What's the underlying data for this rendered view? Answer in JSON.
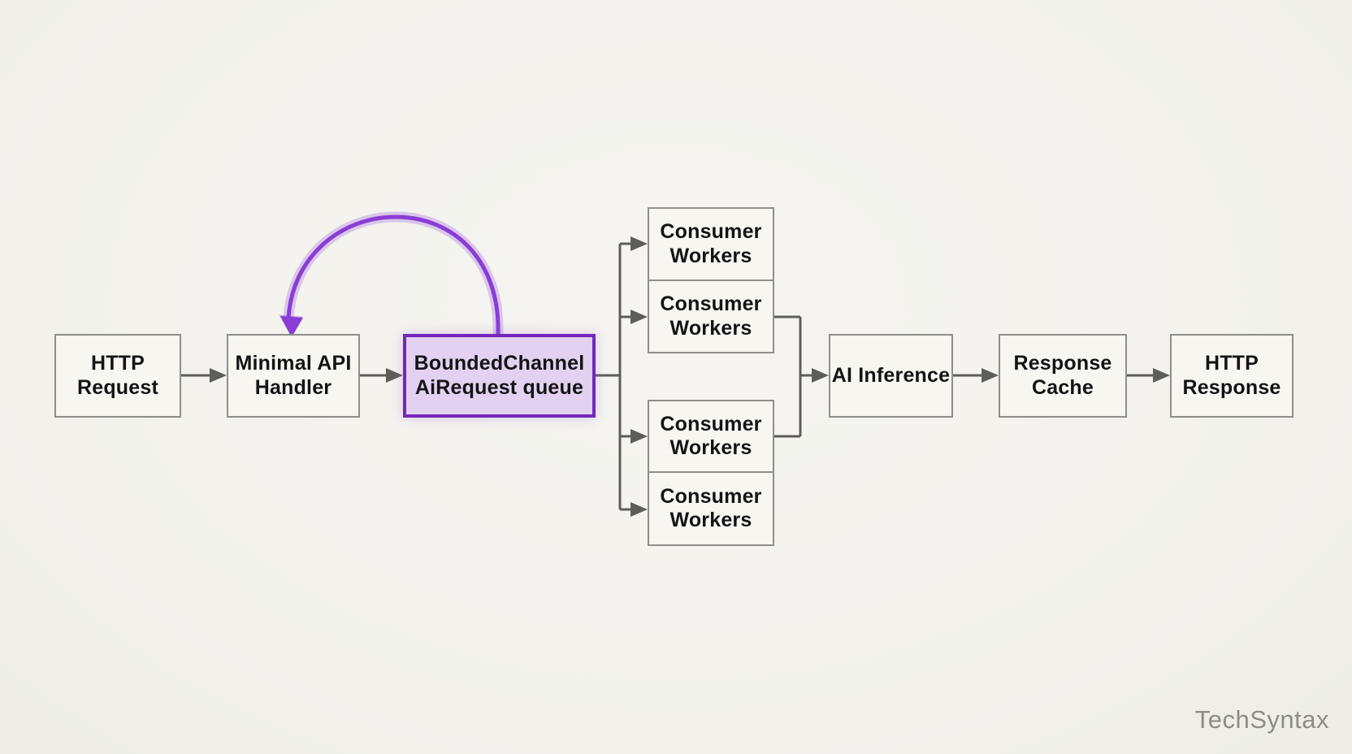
{
  "diagram": {
    "title_hint": "AI request queue pipeline flow diagram",
    "nodes": {
      "http_request": {
        "label": "HTTP\nRequest"
      },
      "api_handler": {
        "label": "Minimal API\nHandler"
      },
      "bounded_channel": {
        "label": "BoundedChannel\nAiRequest queue"
      },
      "consumer_workers": {
        "label": "Consumer\nWorkers"
      },
      "ai_inference": {
        "label": "AI Inference"
      },
      "response_cache": {
        "label": "Response\nCache"
      },
      "http_response": {
        "label": "HTTP\nResponse"
      }
    },
    "colors": {
      "background": "#f2f1ec",
      "box_fill": "#f7f6f1",
      "box_border": "#8e8e8a",
      "connector": "#5d5d5a",
      "accent_border": "#7328bb",
      "accent_fill": "#e2d1f1",
      "feedback_arrow": "#8a3dd4",
      "watermark_text": "#8d8d88"
    },
    "watermark": "TechSyntax"
  }
}
